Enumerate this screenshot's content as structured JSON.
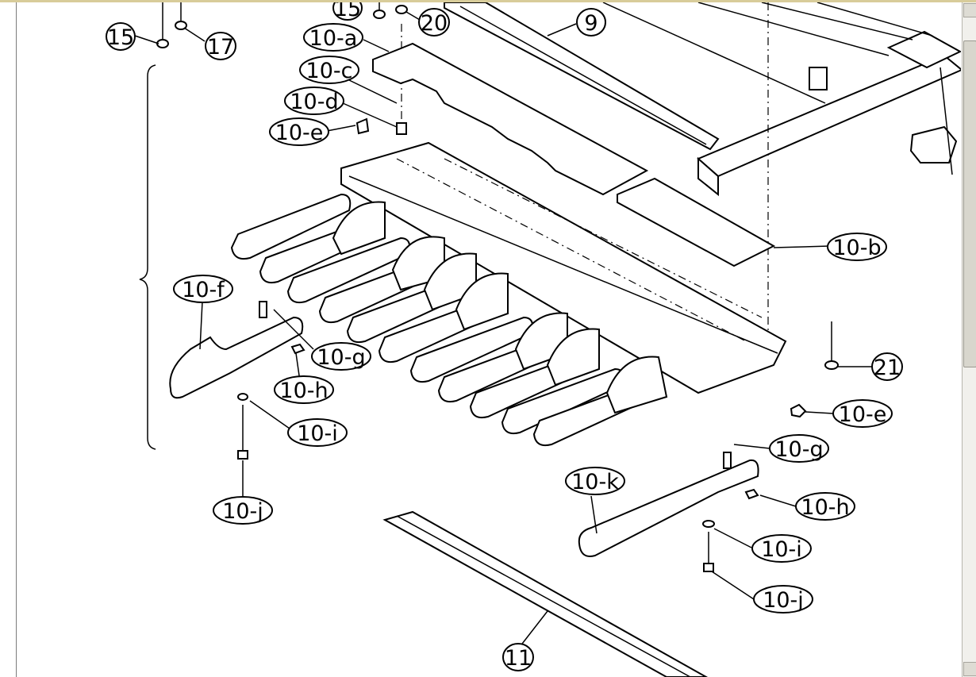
{
  "diagram": {
    "callouts": [
      {
        "id": "c15a",
        "label": "15"
      },
      {
        "id": "c17",
        "label": "17"
      },
      {
        "id": "c15b",
        "label": "15"
      },
      {
        "id": "c20",
        "label": "20"
      },
      {
        "id": "c9",
        "label": "9"
      },
      {
        "id": "c10a",
        "label": "10-a"
      },
      {
        "id": "c10c",
        "label": "10-c"
      },
      {
        "id": "c10d",
        "label": "10-d"
      },
      {
        "id": "c10e1",
        "label": "10-e"
      },
      {
        "id": "c10b",
        "label": "10-b"
      },
      {
        "id": "c10f",
        "label": "10-f"
      },
      {
        "id": "c10g1",
        "label": "10-g"
      },
      {
        "id": "c10h1",
        "label": "10-h"
      },
      {
        "id": "c10i1",
        "label": "10-i"
      },
      {
        "id": "c10j1",
        "label": "10-j"
      },
      {
        "id": "c21",
        "label": "21"
      },
      {
        "id": "c10e2",
        "label": "10-e"
      },
      {
        "id": "c10g2",
        "label": "10-g"
      },
      {
        "id": "c10k",
        "label": "10-k"
      },
      {
        "id": "c10h2",
        "label": "10-h"
      },
      {
        "id": "c10i2",
        "label": "10-i"
      },
      {
        "id": "c10j2",
        "label": "10-j"
      },
      {
        "id": "c11",
        "label": "11"
      }
    ]
  }
}
